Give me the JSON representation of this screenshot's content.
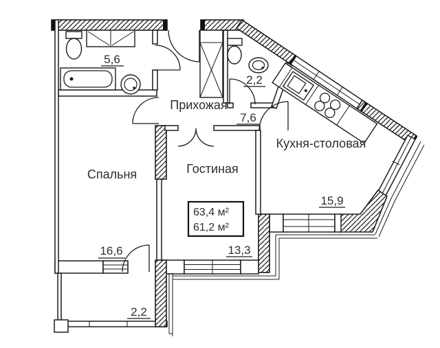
{
  "plan": {
    "rooms": {
      "bedroom": {
        "label": "Спальня",
        "area": "16,6"
      },
      "hallway": {
        "label": "Прихожая",
        "area": "7,6"
      },
      "living": {
        "label": "Гостиная",
        "area": "13,3"
      },
      "kitchen": {
        "label": "Кухня-столовая",
        "area": "15,9"
      },
      "bathroom": {
        "area": "5,6"
      },
      "wc": {
        "area": "2,2"
      },
      "balcony": {
        "area": "2,2"
      }
    },
    "summary": {
      "total_area": "63,4 м²",
      "living_area": "61,2 м²"
    },
    "colors": {
      "wall": "#1b1b1b",
      "background": "#ffffff"
    }
  }
}
